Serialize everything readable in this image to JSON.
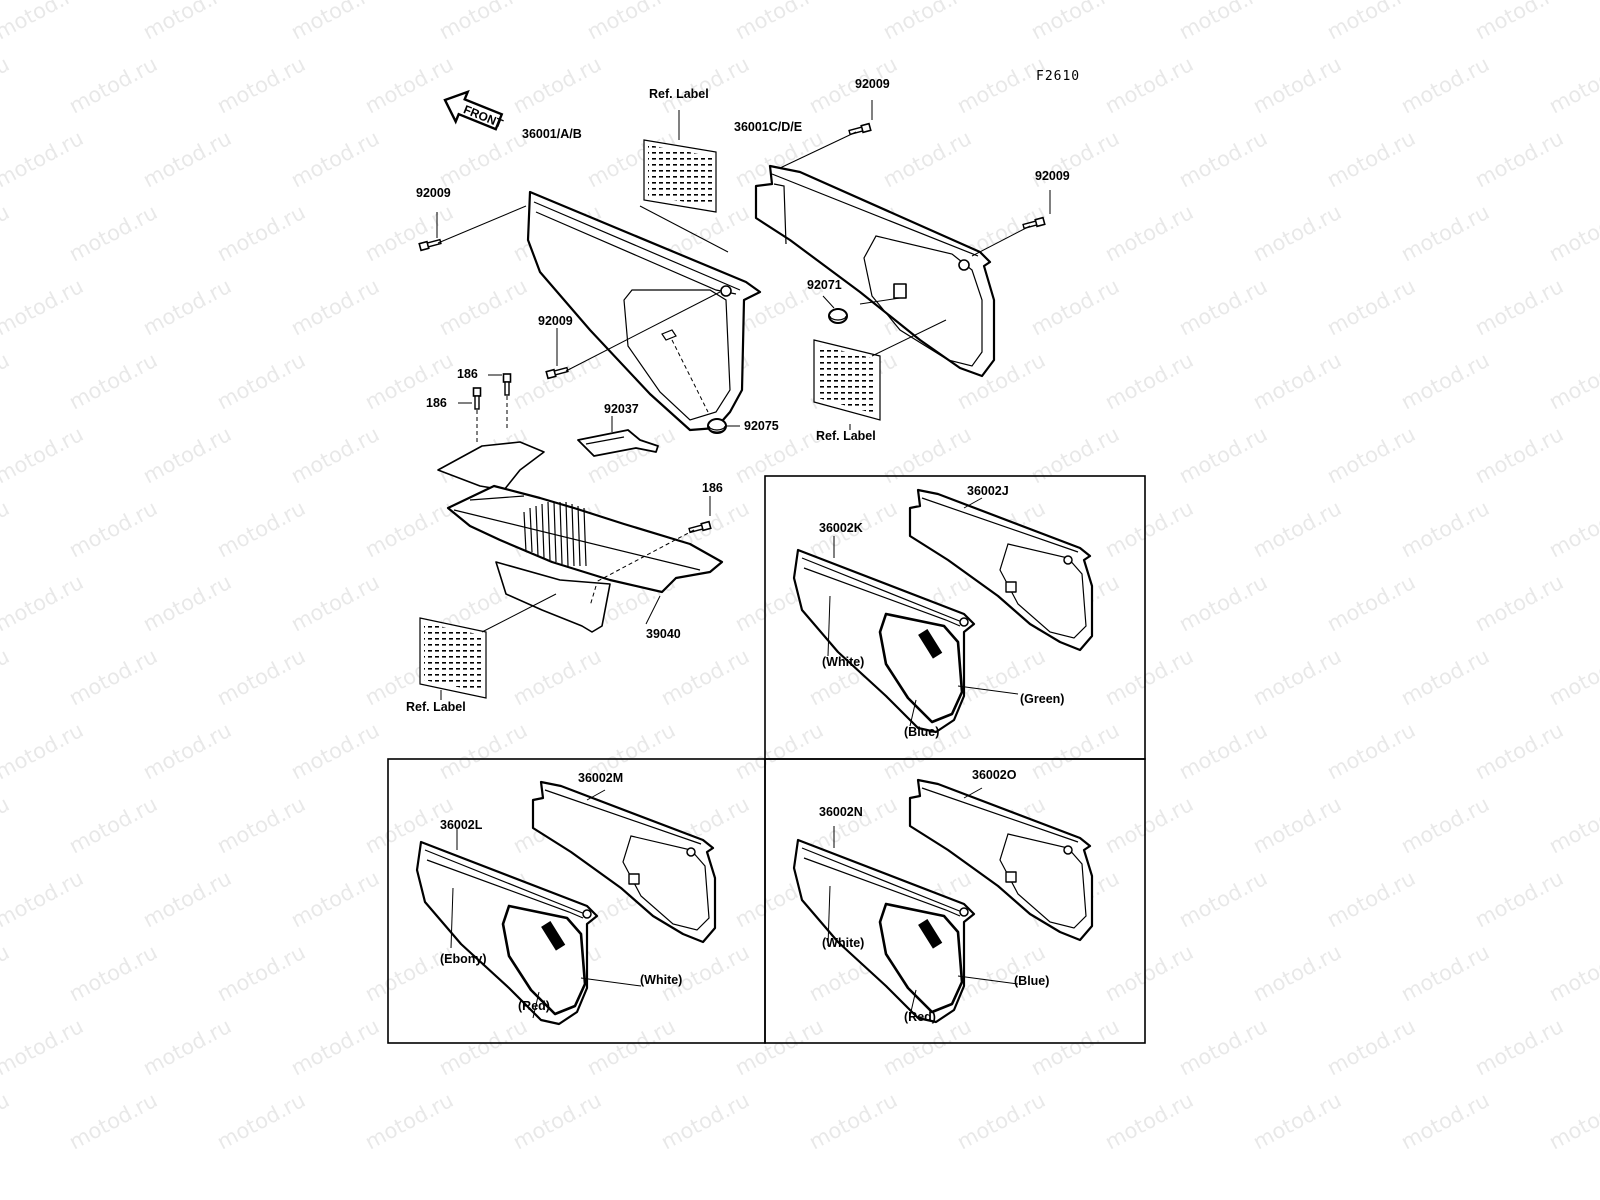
{
  "figure_id": "F2610",
  "watermark": "motod.ru",
  "front_arrow_label": "FRONT",
  "labels": [
    {
      "id": "ref-label-top",
      "text": "Ref. Label"
    },
    {
      "id": "p36001ab",
      "text": "36001/A/B"
    },
    {
      "id": "p36001cde",
      "text": "36001C/D/E"
    },
    {
      "id": "p92009-a",
      "text": "92009"
    },
    {
      "id": "p92009-b",
      "text": "92009"
    },
    {
      "id": "p92009-c",
      "text": "92009"
    },
    {
      "id": "p92009-d",
      "text": "92009"
    },
    {
      "id": "p92071",
      "text": "92071"
    },
    {
      "id": "ref-label-right",
      "text": "Ref. Label"
    },
    {
      "id": "p186-a",
      "text": "186"
    },
    {
      "id": "p186-b",
      "text": "186"
    },
    {
      "id": "p186-c",
      "text": "186"
    },
    {
      "id": "p92037",
      "text": "92037"
    },
    {
      "id": "p92075",
      "text": "92075"
    },
    {
      "id": "p39040",
      "text": "39040"
    },
    {
      "id": "ref-label-bottom",
      "text": "Ref. Label"
    },
    {
      "id": "p36002j",
      "text": "36002J"
    },
    {
      "id": "p36002k",
      "text": "36002K"
    },
    {
      "id": "white-k",
      "text": "(White)"
    },
    {
      "id": "green-k",
      "text": "(Green)"
    },
    {
      "id": "blue-k",
      "text": "(Blue)"
    },
    {
      "id": "p36002m",
      "text": "36002M"
    },
    {
      "id": "p36002l",
      "text": "36002L"
    },
    {
      "id": "ebony-l",
      "text": "(Ebony)"
    },
    {
      "id": "white-l",
      "text": "(White)"
    },
    {
      "id": "red-l",
      "text": "(Red)"
    },
    {
      "id": "p36002o",
      "text": "36002O"
    },
    {
      "id": "p36002n",
      "text": "36002N"
    },
    {
      "id": "white-n",
      "text": "(White)"
    },
    {
      "id": "blue-n",
      "text": "(Blue)"
    },
    {
      "id": "red-n",
      "text": "(Red)"
    }
  ]
}
